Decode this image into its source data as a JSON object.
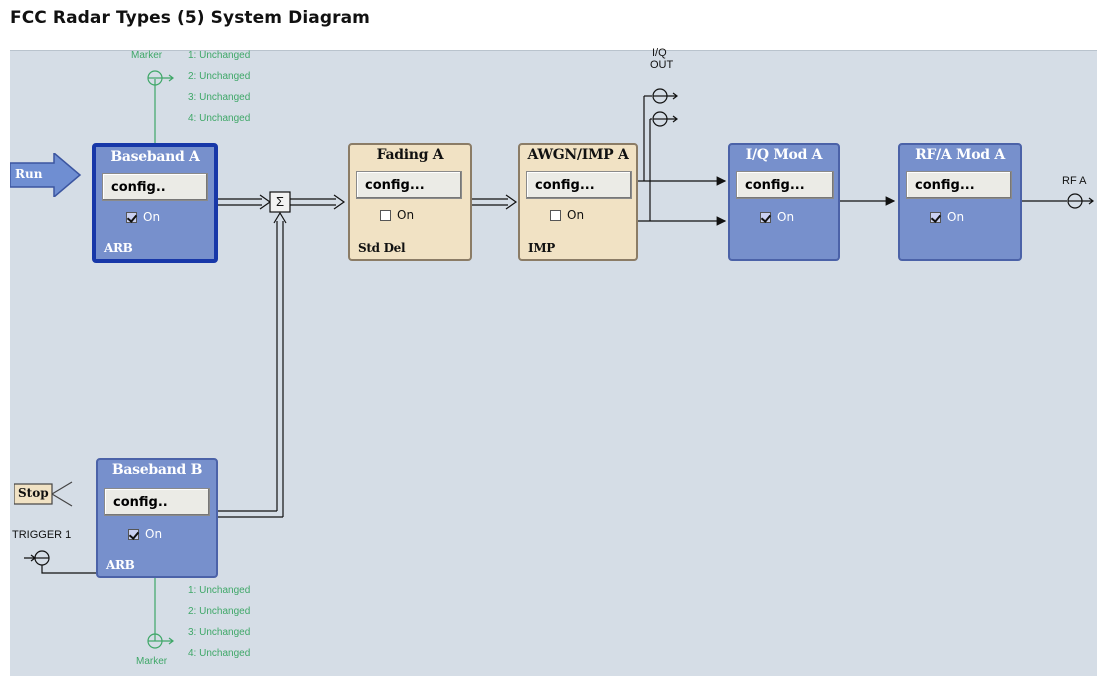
{
  "title": "FCC Radar Types (5) System Diagram",
  "colors": {
    "canvas": "#d5dde6",
    "block_blue": "#7790cc",
    "block_tan": "#f1e2c4",
    "marker_green": "#3fa768",
    "wire": "#111111"
  },
  "controls": {
    "run_label": "Run",
    "stop_label": "Stop",
    "trigger_label": "TRIGGER 1",
    "iq_out_line1": "I/Q",
    "iq_out_line2": "OUT",
    "rf_out_label": "RF A",
    "sum_symbol": "Σ"
  },
  "marker_a": {
    "label": "Marker",
    "items": [
      "1: Unchanged",
      "2: Unchanged",
      "3: Unchanged",
      "4: Unchanged"
    ]
  },
  "marker_b": {
    "label": "Marker",
    "items": [
      "1: Unchanged",
      "2: Unchanged",
      "3: Unchanged",
      "4: Unchanged"
    ]
  },
  "blocks": {
    "baseband_a": {
      "title": "Baseband A",
      "config": "config..",
      "on_label": "On",
      "checked": true,
      "sub": "ARB"
    },
    "fading_a": {
      "title": "Fading A",
      "config": "config...",
      "on_label": "On",
      "checked": false,
      "sub": "Std Del"
    },
    "awgn_a": {
      "title": "AWGN/IMP A",
      "config": "config...",
      "on_label": "On",
      "checked": false,
      "sub": "IMP"
    },
    "iqmod_a": {
      "title": "I/Q Mod A",
      "config": "config...",
      "on_label": "On",
      "checked": true,
      "sub": ""
    },
    "rf_a": {
      "title": "RF/A Mod A",
      "config": "config...",
      "on_label": "On",
      "checked": true,
      "sub": ""
    },
    "baseband_b": {
      "title": "Baseband B",
      "config": "config..",
      "on_label": "On",
      "checked": true,
      "sub": "ARB"
    }
  }
}
